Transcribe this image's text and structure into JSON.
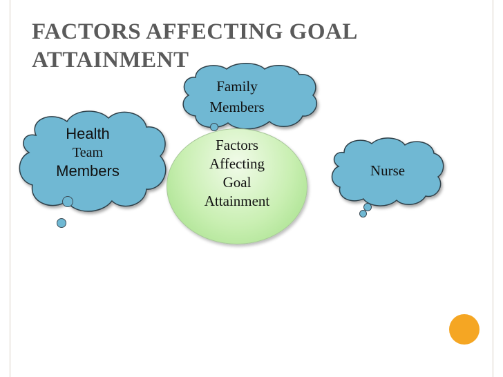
{
  "slide": {
    "title_line1": "FACTORS AFFECTING GOAL",
    "title_line2": "ATTAINMENT"
  },
  "center": {
    "line1": "Factors",
    "line2": "Affecting",
    "line3": "Goal",
    "line4": "Attainment"
  },
  "clouds": {
    "family": {
      "line1": "Family",
      "line2": "Members"
    },
    "health": {
      "line1": "Health",
      "line2": "Team",
      "line3": "Members"
    },
    "nurse": {
      "line1": "Nurse"
    }
  },
  "colors": {
    "title": "#5a5a5a",
    "cloud_fill": "#6fb8d3",
    "center_fill": "#c9efb2",
    "accent_dot": "#f5a623"
  }
}
